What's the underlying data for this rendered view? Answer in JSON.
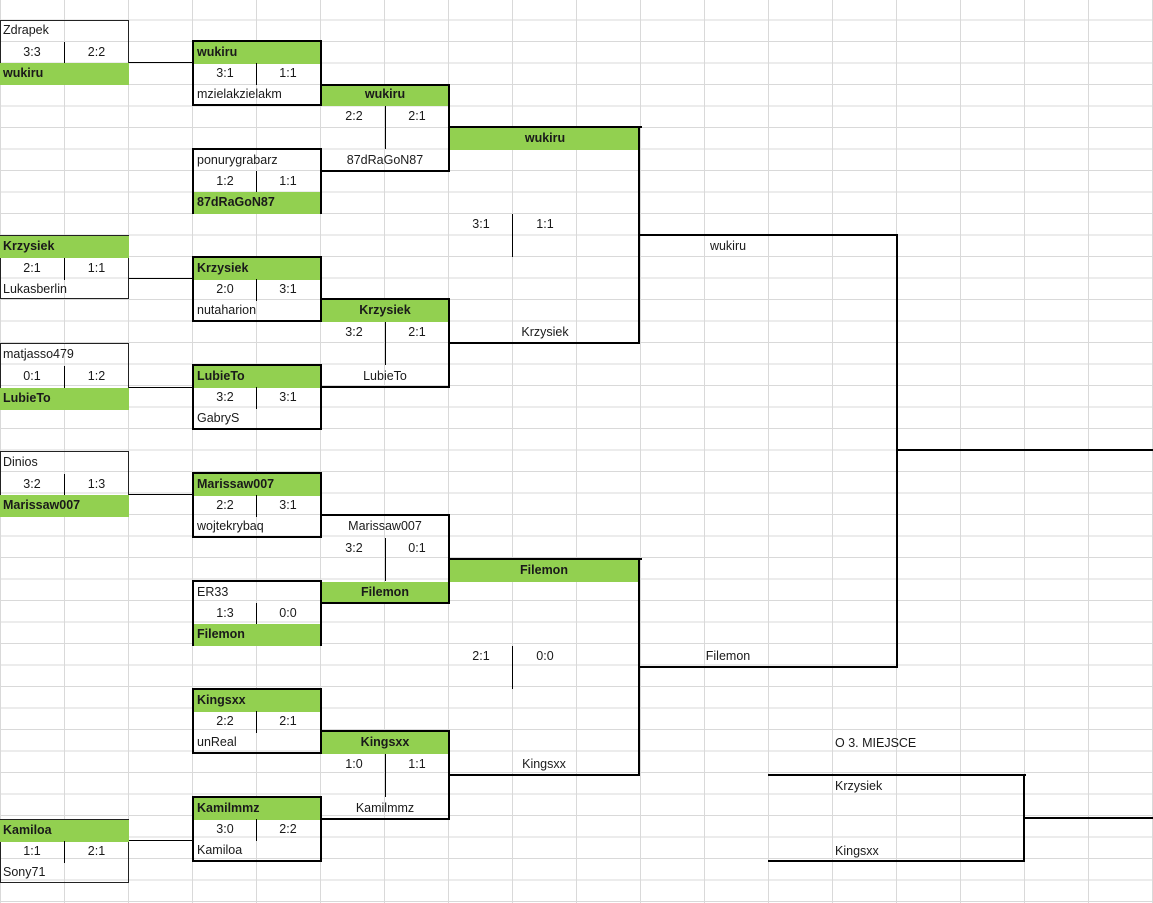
{
  "r1": {
    "m1": {
      "top": "Zdrapek",
      "s1": "3:3",
      "s2": "2:2",
      "bottom": "wukiru"
    },
    "m2": {
      "top": "Krzysiek",
      "s1": "2:1",
      "s2": "1:1",
      "bottom": "Lukasberlin"
    },
    "m3": {
      "top": "matjasso479",
      "s1": "0:1",
      "s2": "1:2",
      "bottom": "LubieTo"
    },
    "m4": {
      "top": "Dinios",
      "s1": "3:2",
      "s2": "1:3",
      "bottom": "Marissaw007"
    },
    "m5": {
      "top": "Kamiloa",
      "s1": "1:1",
      "s2": "2:1",
      "bottom": "Sony71"
    }
  },
  "r2": {
    "m1": {
      "top": "wukiru",
      "s1": "3:1",
      "s2": "1:1",
      "bottom": "mzielakzielakm"
    },
    "m2": {
      "top": "ponurygrabarz",
      "s1": "1:2",
      "s2": "1:1",
      "bottom": "87dRaGoN87"
    },
    "m3": {
      "top": "Krzysiek",
      "s1": "2:0",
      "s2": "3:1",
      "bottom": "nutaharion"
    },
    "m4": {
      "top": "LubieTo",
      "s1": "3:2",
      "s2": "3:1",
      "bottom": "GabryS"
    },
    "m5": {
      "top": "Marissaw007",
      "s1": "2:2",
      "s2": "3:1",
      "bottom": "wojtekrybaq"
    },
    "m6": {
      "top": "ER33",
      "s1": "1:3",
      "s2": "0:0",
      "bottom": "Filemon"
    },
    "m7": {
      "top": "Kingsxx",
      "s1": "2:2",
      "s2": "2:1",
      "bottom": "unReal"
    },
    "m8": {
      "top": "Kamilmmz",
      "s1": "3:0",
      "s2": "2:2",
      "bottom": "Kamiloa"
    }
  },
  "r3": {
    "m1": {
      "top": "wukiru",
      "s1": "2:2",
      "s2": "2:1",
      "bottom": "87dRaGoN87"
    },
    "m2": {
      "top": "Krzysiek",
      "s1": "3:2",
      "s2": "2:1",
      "bottom": "LubieTo"
    },
    "m3": {
      "top": "Marissaw007",
      "s1": "3:2",
      "s2": "0:1",
      "bottom": "Filemon"
    },
    "m4": {
      "top": "Kingsxx",
      "s1": "1:0",
      "s2": "1:1",
      "bottom": "Kamilmmz"
    }
  },
  "r4": {
    "m1": {
      "top": "wukiru",
      "s1": "3:1",
      "s2": "1:1",
      "bottom": "Krzysiek"
    },
    "m2": {
      "top": "Filemon",
      "s1": "2:1",
      "s2": "0:0",
      "bottom": "Kingsxx"
    }
  },
  "final": {
    "top": "wukiru",
    "bottom": "Filemon"
  },
  "third": {
    "label": "O 3. MIEJSCE",
    "top": "Krzysiek",
    "bottom": "Kingsxx"
  },
  "colors": {
    "winner_fill": "#92d050",
    "grid": "#d9d9d9"
  }
}
